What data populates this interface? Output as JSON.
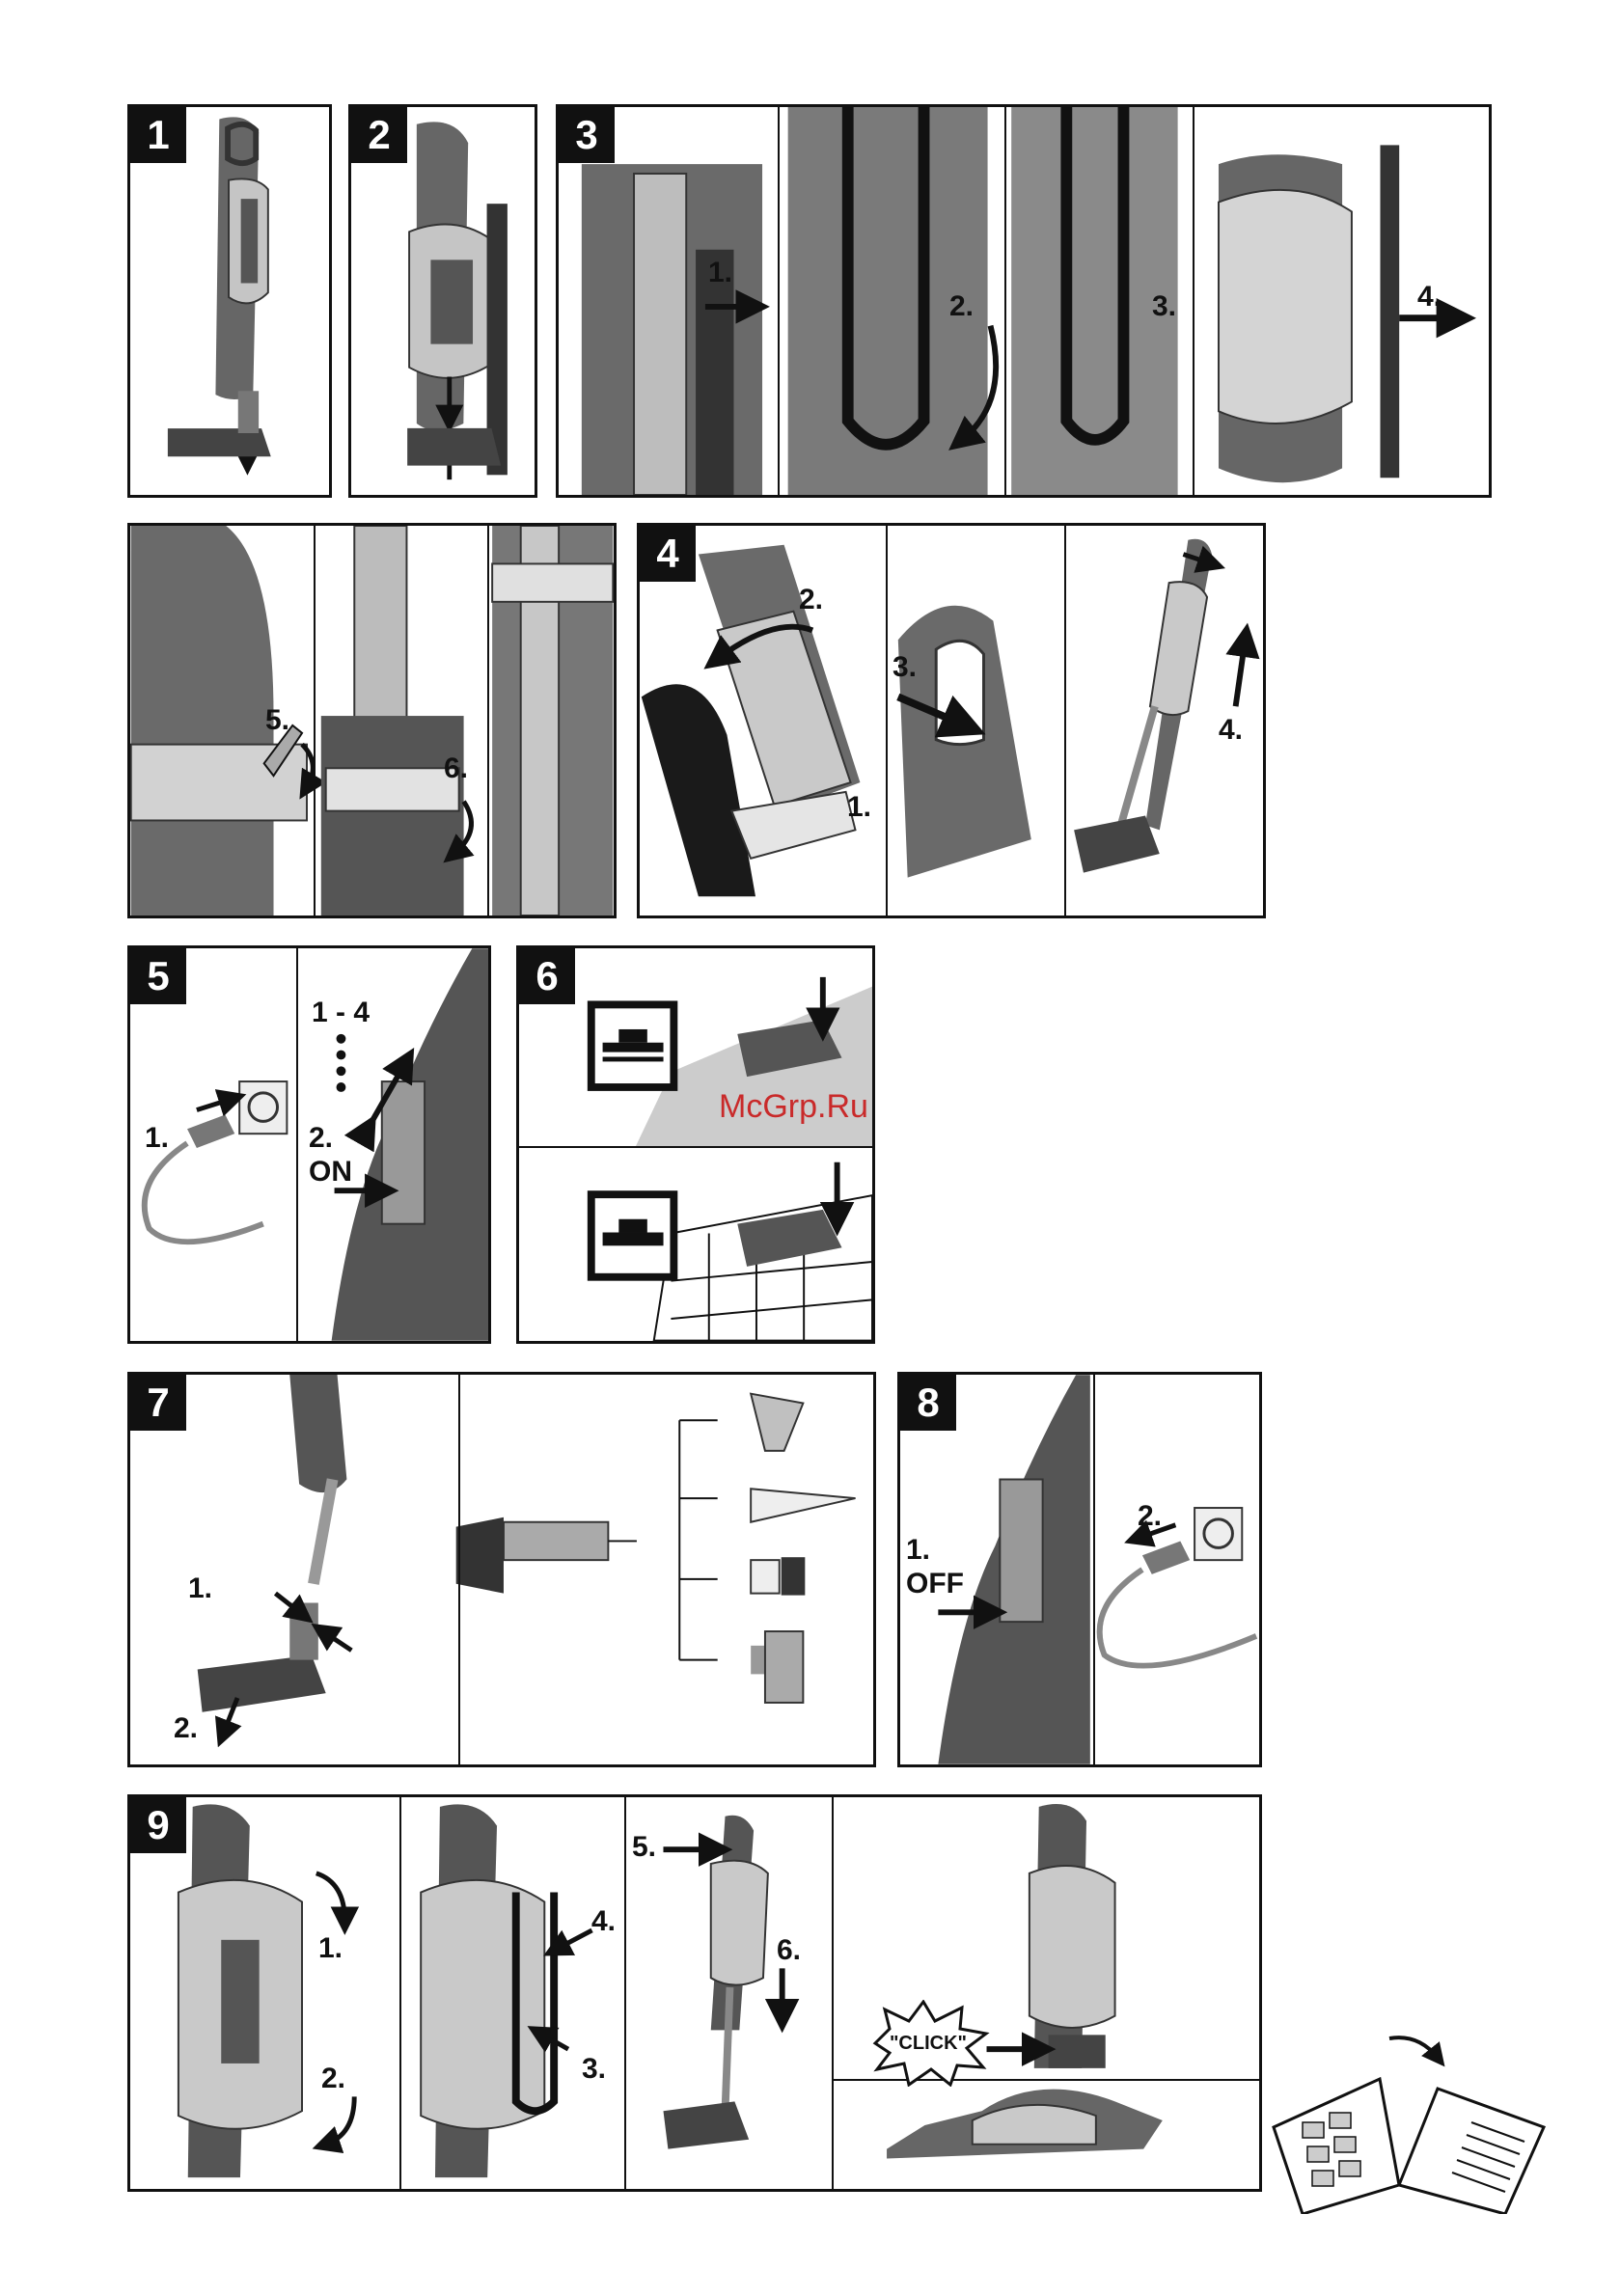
{
  "watermark": "McGrp.Ru",
  "panels": {
    "p1": {
      "number": "1"
    },
    "p2": {
      "number": "2"
    },
    "p3": {
      "number": "3",
      "steps": [
        "1.",
        "2.",
        "3.",
        "4."
      ]
    },
    "p3b": {
      "steps": [
        "5.",
        "6."
      ]
    },
    "p4": {
      "number": "4",
      "steps": [
        "1.",
        "2.",
        "3.",
        "4."
      ]
    },
    "p5": {
      "number": "5",
      "step1": "1.",
      "range": "1 - 4",
      "step2": "2.",
      "on": "ON"
    },
    "p6": {
      "number": "6"
    },
    "p7": {
      "number": "7",
      "steps": [
        "1.",
        "2."
      ]
    },
    "p8": {
      "number": "8",
      "step1": "1.",
      "off": "OFF",
      "step2": "2."
    },
    "p9": {
      "number": "9",
      "steps": [
        "1.",
        "2.",
        "3.",
        "4.",
        "5.",
        "6."
      ],
      "click": "\"CLICK\""
    }
  },
  "icons": [
    "vacuum-illustration",
    "arrow-icon",
    "plug-icon",
    "socket-icon",
    "carpet-mode-icon",
    "hard-floor-mode-icon",
    "manual-icon"
  ],
  "colors": {
    "ink": "#111111",
    "body_dark": "#5a5a5a",
    "body_light": "#b8b8b8",
    "watermark": "#c92a2a"
  }
}
